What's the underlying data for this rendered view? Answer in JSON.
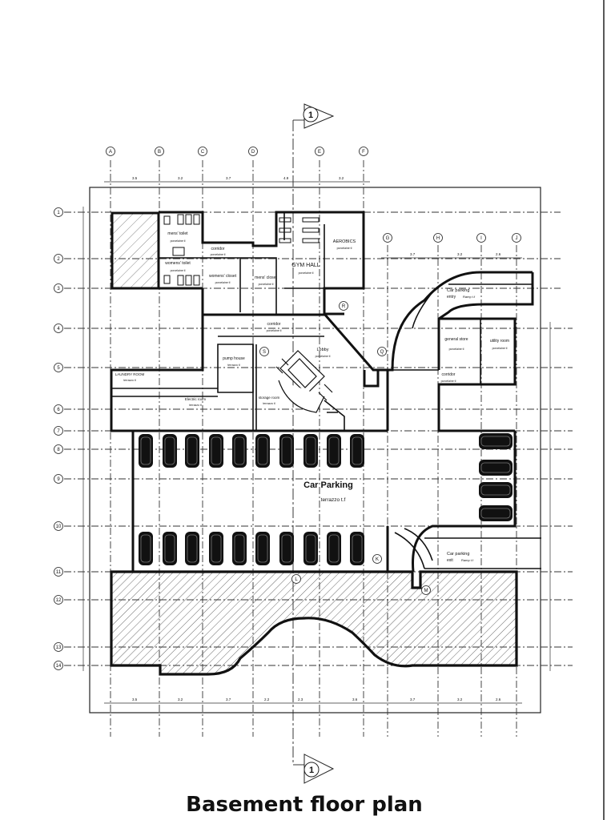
{
  "title": "Basement floor plan",
  "section_marker": "1",
  "grid": {
    "cols_top": [
      "A",
      "B",
      "C",
      "D",
      "E",
      "F"
    ],
    "cols_right": [
      "G",
      "H",
      "I",
      "J"
    ],
    "rows": [
      "1",
      "2",
      "3",
      "4",
      "5",
      "6",
      "7",
      "8",
      "9",
      "10",
      "11",
      "12",
      "13",
      "14"
    ],
    "internal": [
      "K",
      "L",
      "M",
      "Q",
      "R",
      "S"
    ]
  },
  "rooms": {
    "mens_toilet": {
      "name": "mens' toilet",
      "area": "",
      "finish": "porcelaine tl"
    },
    "womens_toilet": {
      "name": "womens' toilet",
      "area": "",
      "finish": "porcelaine tl"
    },
    "corridor_top": {
      "name": "corridor",
      "area": "",
      "finish": "porcelaine tl"
    },
    "womens_closet": {
      "name": "womens' closet",
      "area": "",
      "finish": "porcelaine tl"
    },
    "mens_closet": {
      "name": "mens' closet",
      "area": "",
      "finish": "porcelaine tl"
    },
    "gym_hall": {
      "name": "GYM HALL",
      "area": "",
      "finish": "porcelaine tl"
    },
    "aerobics": {
      "name": "AEROBICS",
      "area": "",
      "finish": "porcelaine tl"
    },
    "corridor_mid": {
      "name": "corridor",
      "area": "",
      "finish": "porcelaine tl"
    },
    "lobby": {
      "name": "Lobby",
      "area": "",
      "finish": "porcelaine tl"
    },
    "pump_house": {
      "name": "pump house",
      "area": "",
      "finish": "terrazzo tl"
    },
    "laundry": {
      "name": "LAUNDRY ROOM",
      "area": "",
      "finish": "terrazzo tl"
    },
    "electric_room": {
      "name": "Electric room",
      "area": "",
      "finish": "terrazzo tl"
    },
    "storage": {
      "name": "storage room",
      "area": "",
      "finish": "terrazzo tl"
    },
    "general_store": {
      "name": "general store",
      "area": "",
      "finish": "porcelaine tl"
    },
    "utility": {
      "name": "utility room",
      "area": "",
      "finish": "porcelaine tl"
    },
    "corridor_right": {
      "name": "corridor",
      "area": "",
      "finish": "porcelaine tl"
    },
    "car_parking": {
      "name": "Car Parking",
      "area": "",
      "finish": "terrazzo t.f"
    }
  },
  "ramps": {
    "top": {
      "line1": "Car parking",
      "line2": "entry",
      "finish": "Ramp t.f"
    },
    "bottom": {
      "line1": "Car parking",
      "line2": "exit",
      "finish": "Ramp t.f"
    }
  }
}
